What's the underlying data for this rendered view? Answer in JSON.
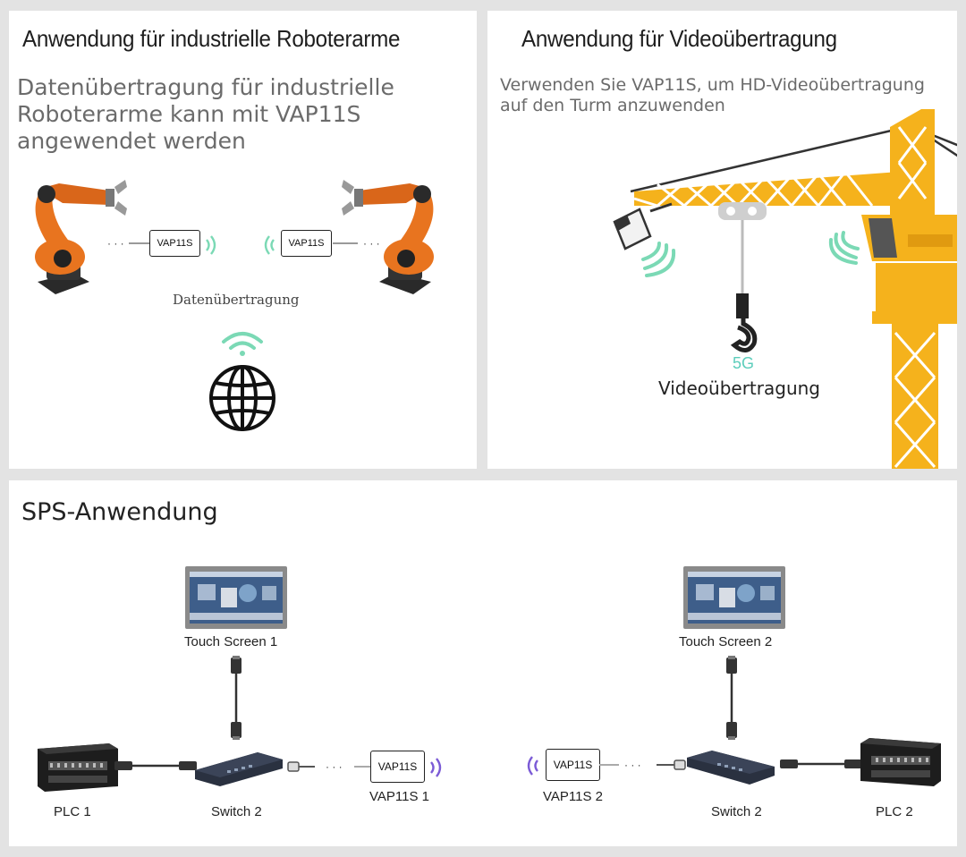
{
  "robot_panel": {
    "title": "Anwendung für industrielle Roboterarme",
    "desc_line1": "Datenübertragung für industrielle",
    "desc_line2": "Roboterarme kann mit VAP11S",
    "desc_line3": "angewendet werden",
    "device_left": "VAP11S",
    "device_right": "VAP11S",
    "caption": "Datenübertragung"
  },
  "crane_panel": {
    "title": "Anwendung für Videoübertragung",
    "desc_line1": "Verwenden Sie VAP11S, um HD-Videoübertragung",
    "desc_line2": "auf den Turm anzuwenden",
    "network": "5G",
    "caption": "Videoübertragung"
  },
  "plc_panel": {
    "title": "SPS-Anwendung",
    "left": {
      "touch_screen": "Touch Screen 1",
      "plc": "PLC 1",
      "switch": "Switch 2",
      "device_box": "VAP11S",
      "device_label": "VAP11S 1"
    },
    "right": {
      "touch_screen": "Touch Screen 2",
      "plc": "PLC 2",
      "switch": "Switch 2",
      "device_box": "VAP11S",
      "device_label": "VAP11S 2"
    }
  },
  "colors": {
    "robot_orange": "#e8741f",
    "crane_yellow": "#f5b21c",
    "wifi_green": "#7bd9b5",
    "wifi_purple": "#7b5bd6",
    "network_teal": "#5ccdbb"
  }
}
